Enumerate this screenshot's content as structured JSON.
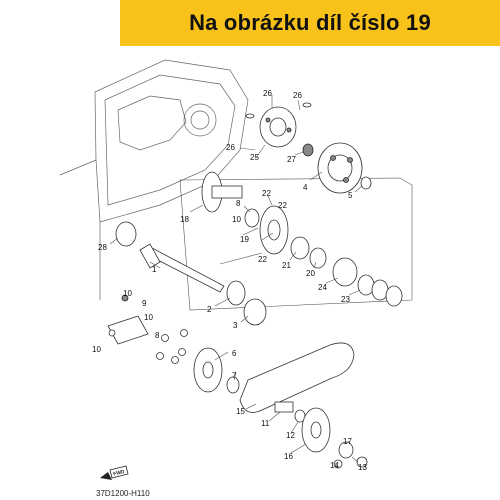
{
  "banner": {
    "text": "Na obrázku díl číslo 19",
    "color": "#f9c21a"
  },
  "diagram_code": "37D1200-H110",
  "fwd_label": "FWD",
  "part_labels": [
    "1",
    "2",
    "3",
    "4",
    "5",
    "6",
    "7",
    "8",
    "9",
    "10",
    "11",
    "12",
    "13",
    "14",
    "15",
    "16",
    "17",
    "18",
    "19",
    "20",
    "21",
    "22",
    "23",
    "24",
    "25",
    "26",
    "27",
    "28"
  ],
  "highlighted_part": "19"
}
